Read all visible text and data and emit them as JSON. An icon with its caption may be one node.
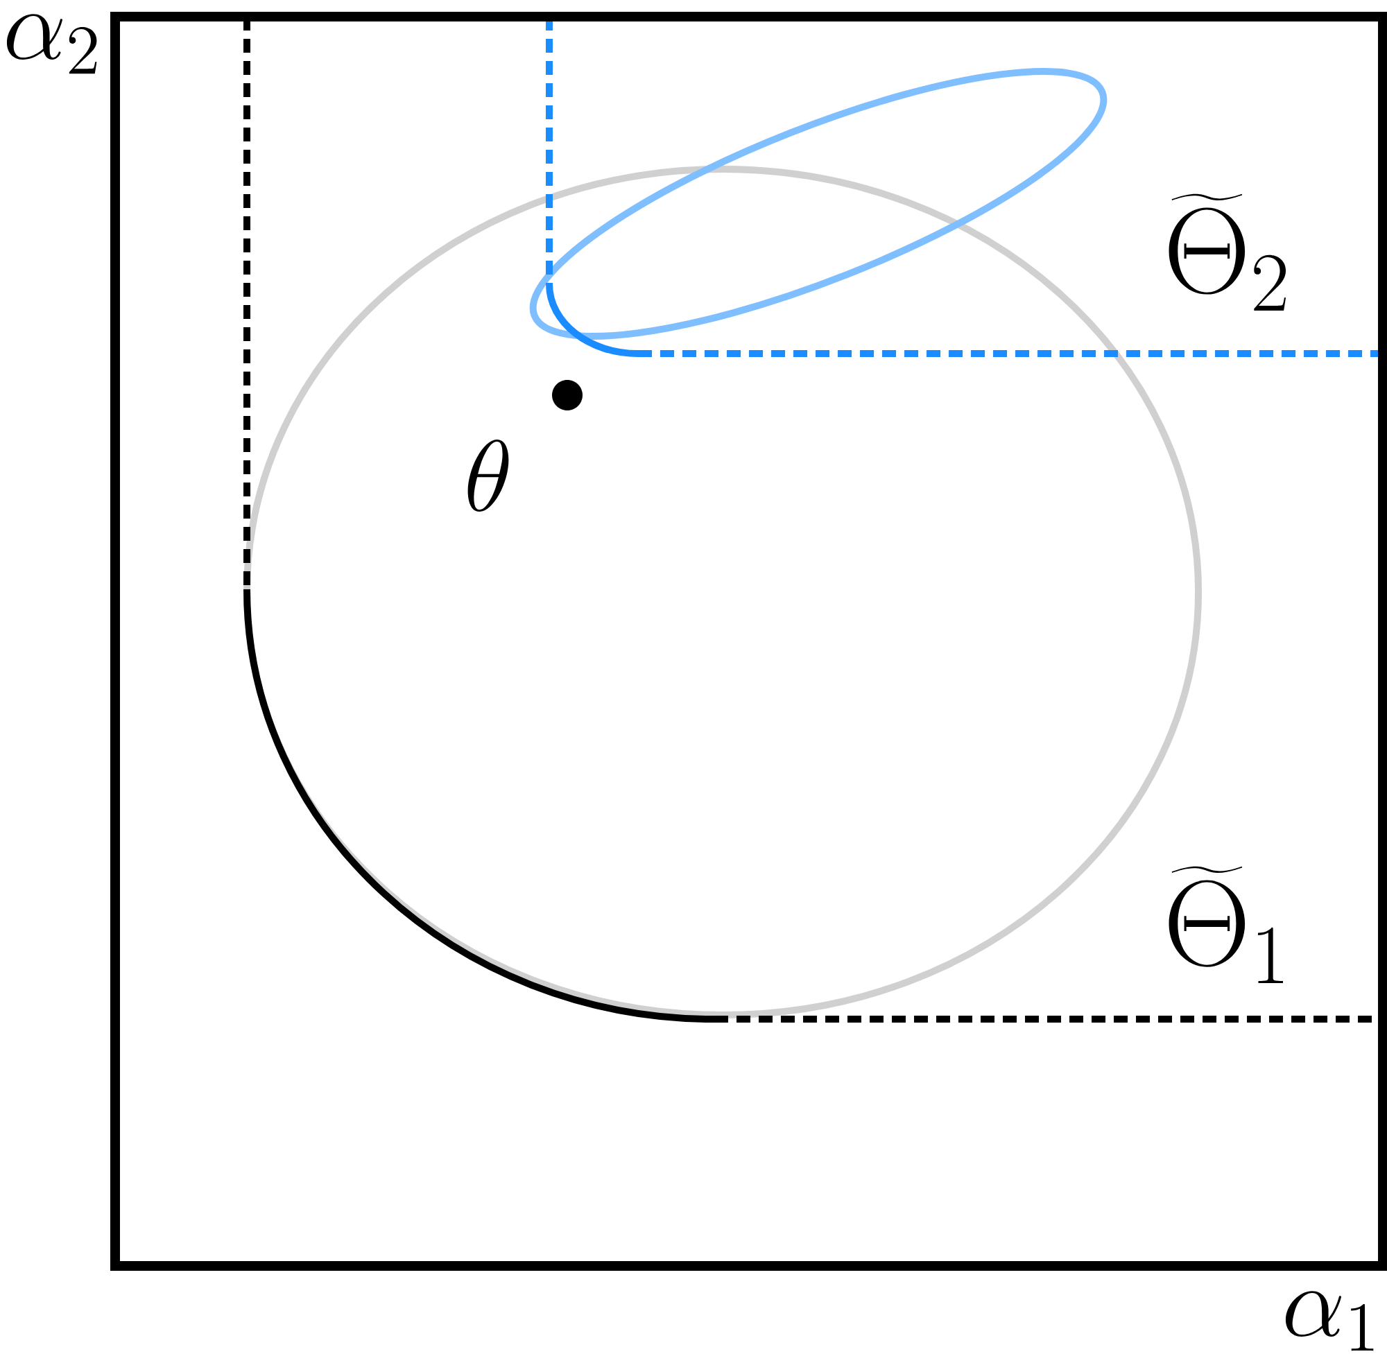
{
  "diagram": {
    "labels": [
      "\\alpha_2",
      "\\widetilde{\\Theta}_2",
      "\\theta",
      "\\widetilde{\\Theta}_1",
      "\\alpha_1"
    ]
  }
}
